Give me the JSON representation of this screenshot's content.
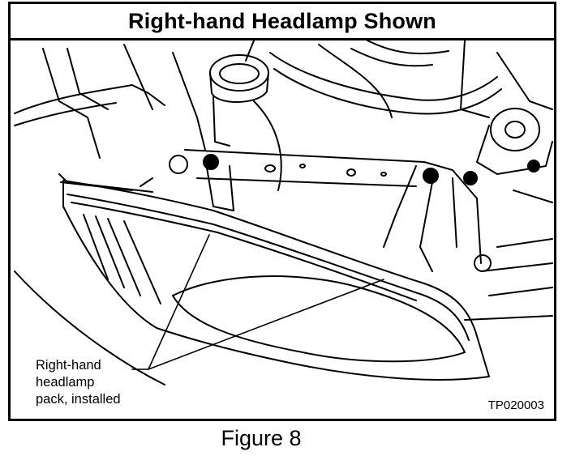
{
  "figure": {
    "title": "Right-hand Headlamp Shown",
    "callout_lines": [
      "Right-hand",
      "headlamp",
      "pack, installed"
    ],
    "code": "TP020003",
    "caption": "Figure 8"
  }
}
